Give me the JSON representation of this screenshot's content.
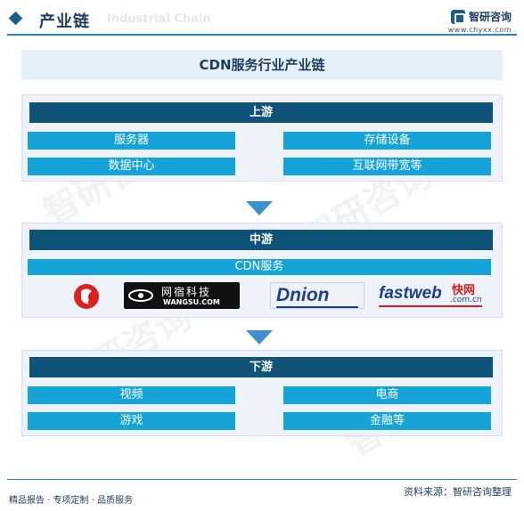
{
  "header": {
    "title": "产业链",
    "watermark_title": "Industrial Chain",
    "brand_name": "智研咨询",
    "brand_url": "www.chyxx.com"
  },
  "main_title": "CDN服务行业产业链",
  "upstream": {
    "label": "上游",
    "items": [
      "服务器",
      "存储设备",
      "数据中心",
      "互联网带宽等"
    ]
  },
  "midstream": {
    "label": "中游",
    "service": "CDN服务",
    "logos": [
      {
        "name": "wangsu-cn",
        "text": "网宿科技"
      },
      {
        "name": "wangsu-en",
        "text": "WANGSU.COM"
      },
      {
        "name": "dnion",
        "text": "Dnion"
      },
      {
        "name": "fastweb",
        "text": "fastweb",
        "cn": "快网",
        "sub": ".com.cn"
      }
    ]
  },
  "downstream": {
    "label": "下游",
    "items": [
      "视频",
      "电商",
      "游戏",
      "金融等"
    ]
  },
  "watermark": "智研咨询",
  "footer": {
    "left": "精品报告 · 专项定制 · 品质服务",
    "right": "资料来源：智研咨询整理"
  },
  "colors": {
    "dark_bar": "#0f5379",
    "item_box": "#16a4d8",
    "panel": "#edf3f8",
    "arrow": "#3d8fd0"
  }
}
